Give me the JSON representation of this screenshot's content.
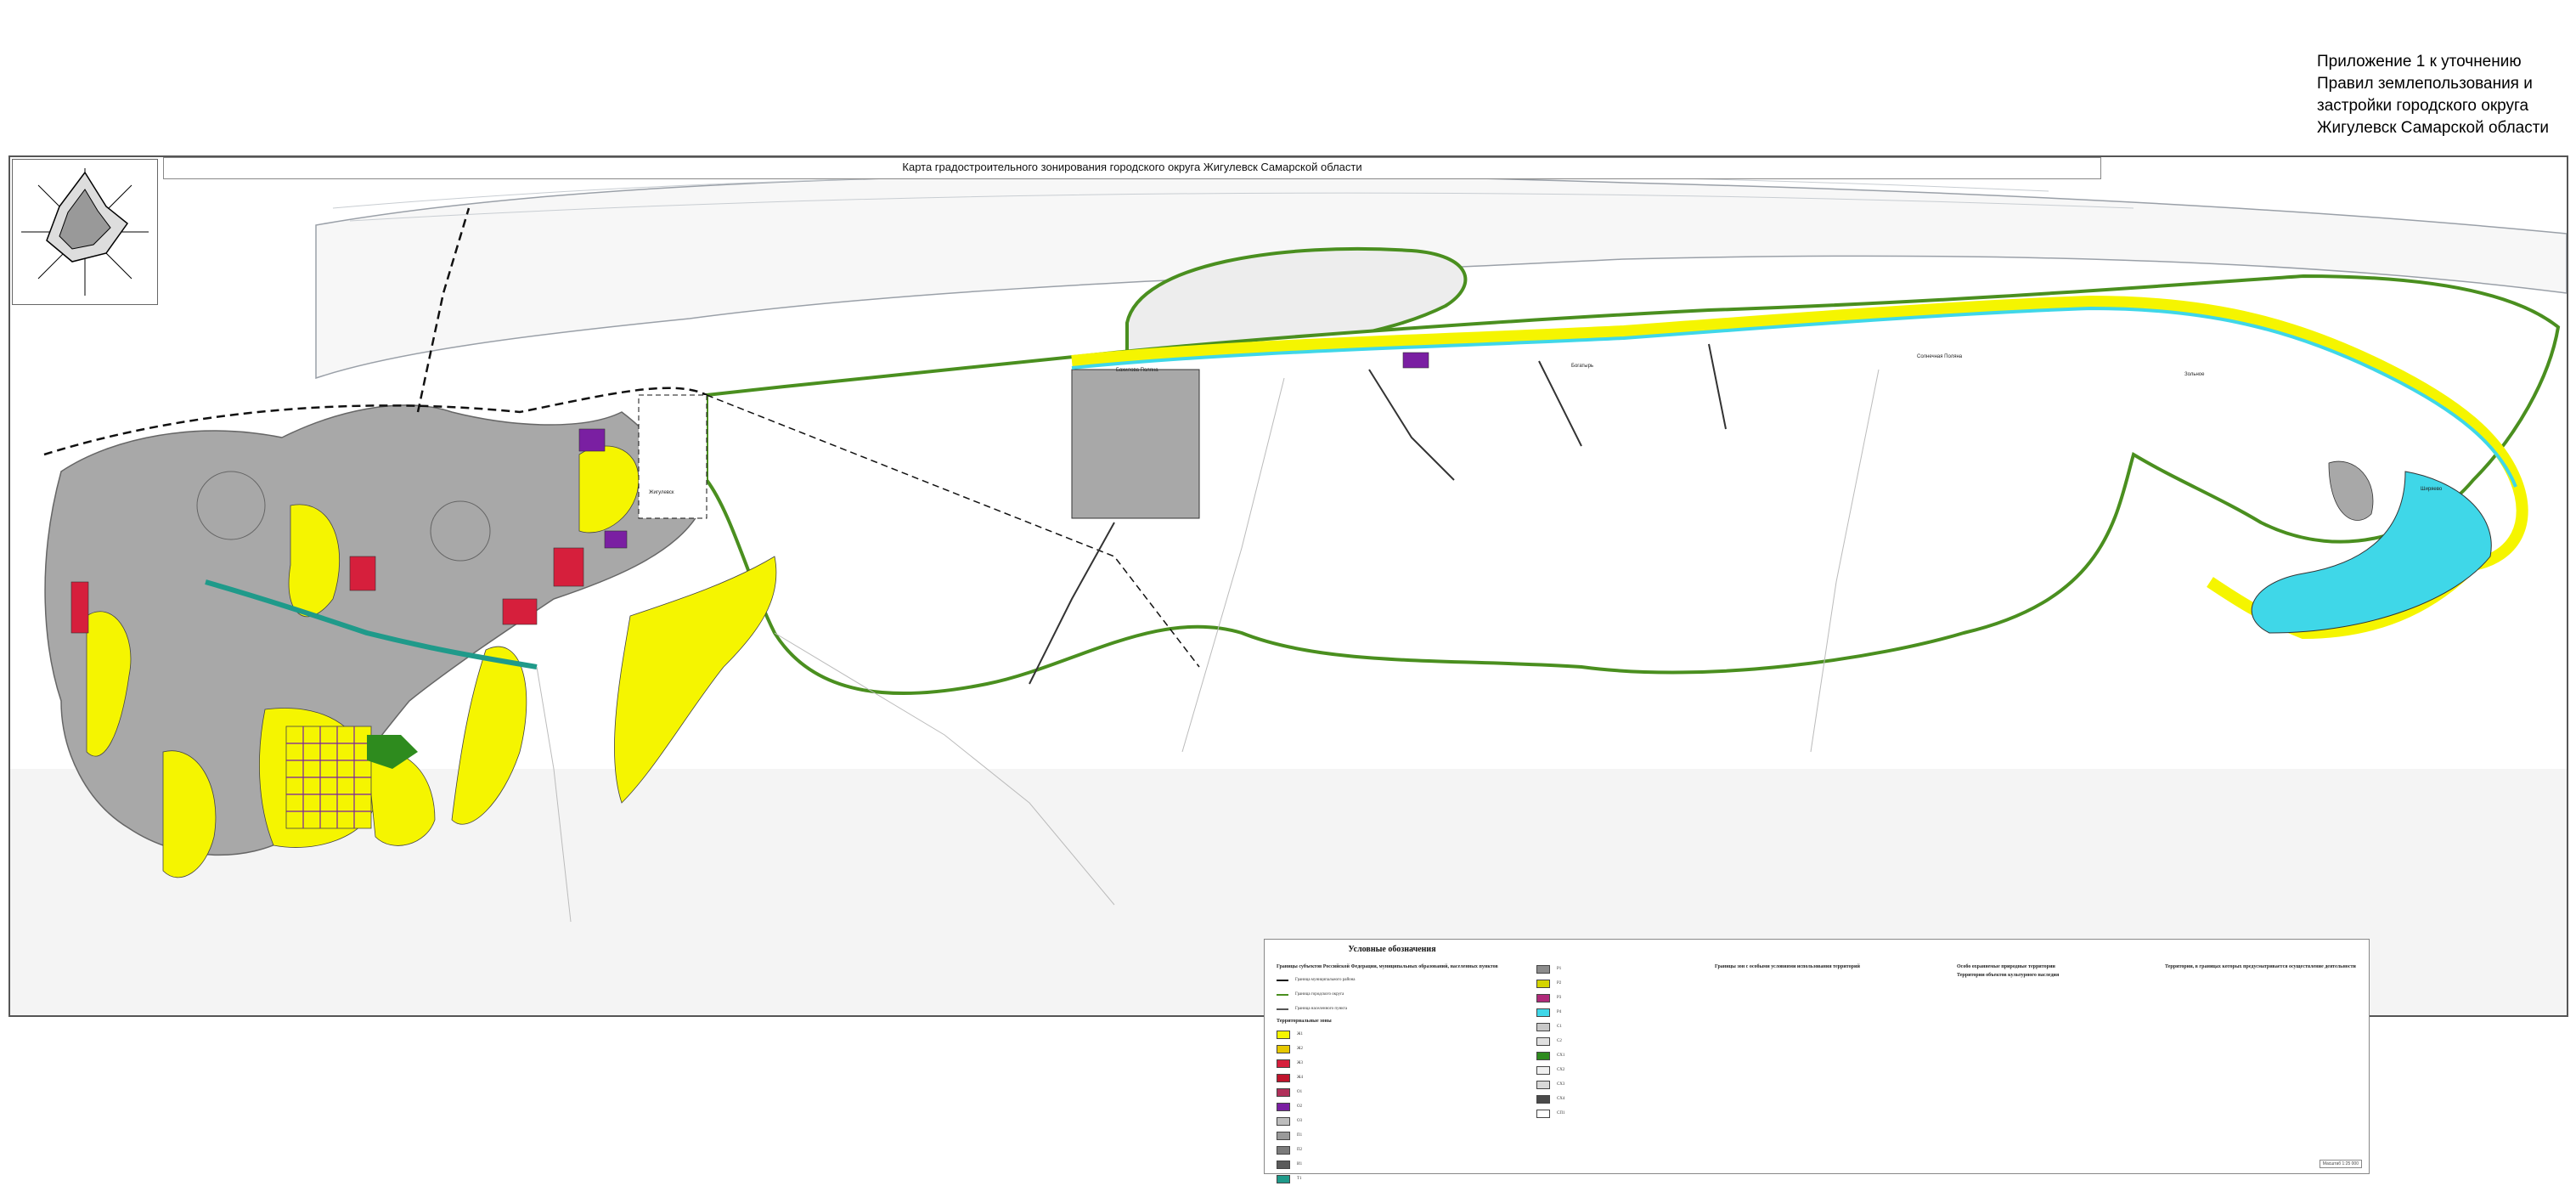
{
  "annex": {
    "lines": [
      "Приложение 1 к уточнению",
      "Правил землепользования и",
      "застройки городского округа",
      "Жигулевск Самарской области"
    ]
  },
  "map": {
    "title": "Карта градостроительного зонирования городского округа Жигулевск Самарской области",
    "colors": {
      "residential": "#f5f500",
      "public": "#d61f3c",
      "industrial": "#7a1fa2",
      "water": "#3fd7e8",
      "gray_zone": "#a8a8a8",
      "forest": "#2e8b1e",
      "boundary_green": "#4a8f1f",
      "river": "#9aa0a8"
    },
    "places": [
      "Жигулевск",
      "Богатырь",
      "Солнечная Поляна",
      "Зольное",
      "Ширяево",
      "Бахилова Поляна",
      "Жигулевск"
    ]
  },
  "legend": {
    "title": "Условные обозначения",
    "col1_heading": "Границы субъектов Российской Федерации, муниципальных образований, населенных пунктов",
    "col1_lines": [
      "Граница муниципального района",
      "Граница городского округа",
      "Граница населенного пункта"
    ],
    "zones_heading": "Территориальные зоны",
    "zones": [
      {
        "code": "Ж1",
        "color": "#f5f500"
      },
      {
        "code": "Ж2",
        "color": "#e6c800"
      },
      {
        "code": "Ж3",
        "color": "#d61f3c"
      },
      {
        "code": "Ж4",
        "color": "#c0142c"
      },
      {
        "code": "О1",
        "color": "#b0305a"
      },
      {
        "code": "О2",
        "color": "#7a1fa2"
      },
      {
        "code": "О3",
        "color": "#bdbdbd"
      },
      {
        "code": "П1",
        "color": "#9a9a9a"
      },
      {
        "code": "П2",
        "color": "#7b7b7b"
      },
      {
        "code": "И1",
        "color": "#5a5a5a"
      },
      {
        "code": "Т1",
        "color": "#1f9a8a"
      }
    ],
    "col2": [
      {
        "code": "Р1",
        "color": "#8c8c8c"
      },
      {
        "code": "Р2",
        "color": "#d4d400"
      },
      {
        "code": "Р3",
        "color": "#b02a7a"
      },
      {
        "code": "Р4",
        "color": "#3fd7e8"
      },
      {
        "code": "С1",
        "color": "#c8c8c8"
      },
      {
        "code": "С2",
        "color": "#e0e0e0"
      },
      {
        "code": "СХ1",
        "color": "#2e8b1e"
      },
      {
        "code": "СХ2",
        "color": "#f0f0f0"
      },
      {
        "code": "СХ3",
        "color": "#d9d9d9"
      },
      {
        "code": "СХ4",
        "color": "#4a4a4a"
      },
      {
        "code": "СП1",
        "color": "#ffffff"
      }
    ],
    "col3_heading": "Границы зон с особыми условиями использования территорий",
    "col4_heading": "Особо охраняемые природные территории",
    "col4_sub": "Территории объектов культурного наследия",
    "col5_heading": "Территории, в границах которых предусматривается осуществление деятельности",
    "stamp": "Масштаб 1:25 000"
  }
}
